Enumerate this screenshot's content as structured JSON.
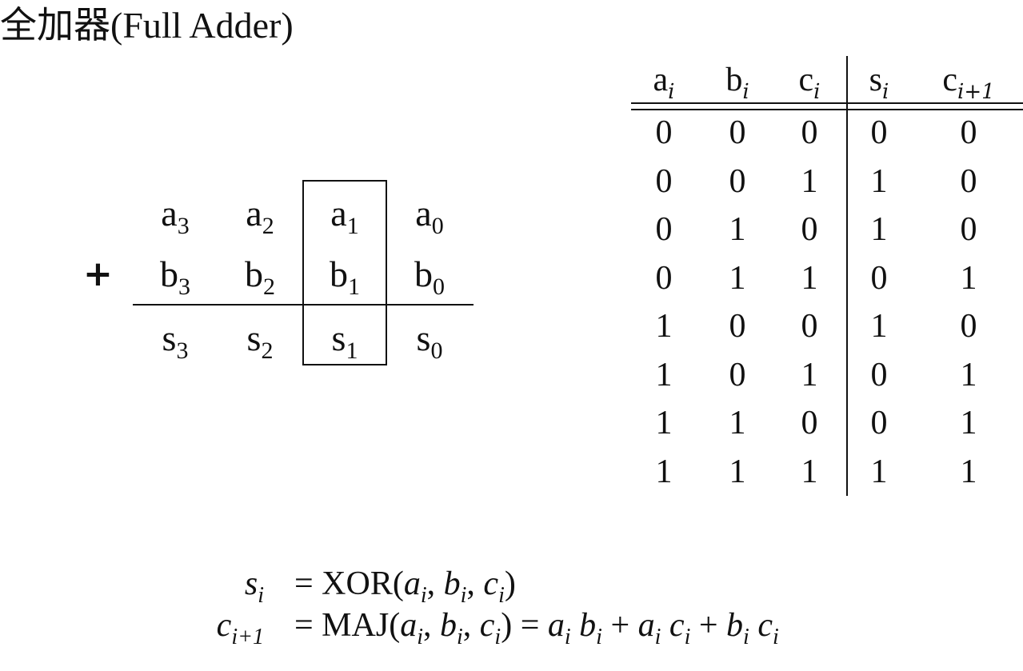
{
  "title": "全加器(Full Adder)",
  "addition": {
    "operator": "+",
    "rows": [
      [
        {
          "base": "a",
          "sub": "3"
        },
        {
          "base": "a",
          "sub": "2"
        },
        {
          "base": "a",
          "sub": "1"
        },
        {
          "base": "a",
          "sub": "0"
        }
      ],
      [
        {
          "base": "b",
          "sub": "3"
        },
        {
          "base": "b",
          "sub": "2"
        },
        {
          "base": "b",
          "sub": "1"
        },
        {
          "base": "b",
          "sub": "0"
        }
      ],
      [
        {
          "base": "s",
          "sub": "3"
        },
        {
          "base": "s",
          "sub": "2"
        },
        {
          "base": "s",
          "sub": "1"
        },
        {
          "base": "s",
          "sub": "0"
        }
      ]
    ],
    "highlighted_column": 2
  },
  "truth_table": {
    "headers": [
      {
        "base": "a",
        "sub": "i"
      },
      {
        "base": "b",
        "sub": "i"
      },
      {
        "base": "c",
        "sub": "i"
      },
      {
        "base": "s",
        "sub": "i"
      },
      {
        "base": "c",
        "sub": "i+1"
      }
    ],
    "rows": [
      [
        "0",
        "0",
        "0",
        "0",
        "0"
      ],
      [
        "0",
        "0",
        "1",
        "1",
        "0"
      ],
      [
        "0",
        "1",
        "0",
        "1",
        "0"
      ],
      [
        "0",
        "1",
        "1",
        "0",
        "1"
      ],
      [
        "1",
        "0",
        "0",
        "1",
        "0"
      ],
      [
        "1",
        "0",
        "1",
        "0",
        "1"
      ],
      [
        "1",
        "1",
        "0",
        "0",
        "1"
      ],
      [
        "1",
        "1",
        "1",
        "1",
        "1"
      ]
    ]
  },
  "formulas": {
    "sum": {
      "lhs_base": "s",
      "lhs_sub": "i",
      "rhs": "= XOR(a_i, b_i, c_i)"
    },
    "carry": {
      "lhs_base": "c",
      "lhs_sub": "i+1",
      "rhs": "= MAJ(a_i, b_i, c_i) = a_i b_i + a_i c_i + b_i c_i"
    }
  }
}
